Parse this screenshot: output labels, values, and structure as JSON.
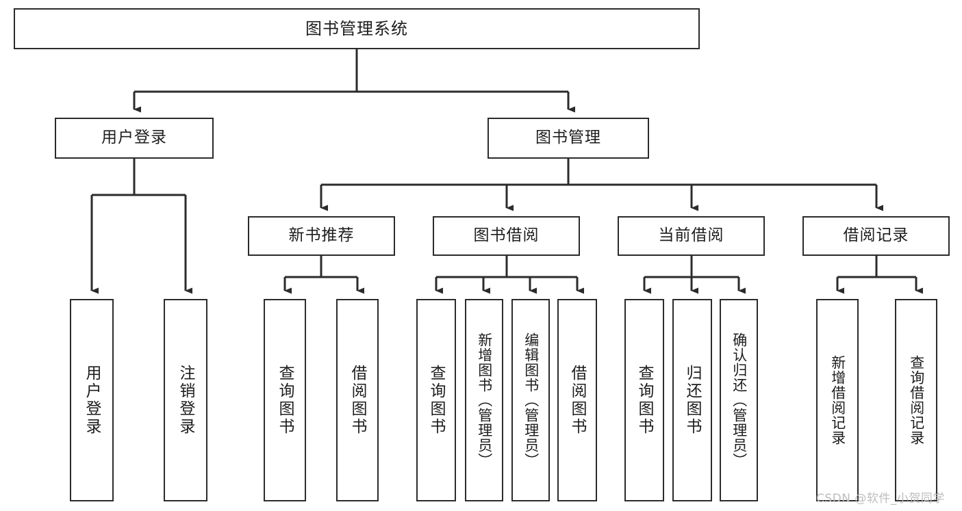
{
  "diagram": {
    "title": "图书管理系统",
    "watermark": "CSDN @软件_小贺同学",
    "stroke_color": "#2b2b2b",
    "background_color": "#ffffff",
    "text_color": "#1d1d1d",
    "watermark_color": "#bdbdbd",
    "nodes": {
      "root": "图书管理系统",
      "user_login": "用户登录",
      "book_manage": "图书管理",
      "new_book_rec": "新书推荐",
      "book_borrow": "图书借阅",
      "current_borrow": "当前借阅",
      "borrow_record": "借阅记录",
      "leaf_user_login": "用户登录",
      "leaf_logout_login": "注销登录",
      "leaf_query_book_rec": "查询图书",
      "leaf_borrow_book_rec": "借阅图书",
      "leaf_query_book_borrow": "查询图书",
      "leaf_add_book": "新增图书（管理员）",
      "leaf_edit_book": "编辑图书（管理员）",
      "leaf_borrow_book": "借阅图书",
      "leaf_query_book_current": "查询图书",
      "leaf_return_book": "归还图书",
      "leaf_confirm_return": "确认归还（管理员）",
      "leaf_add_record": "新增借阅记录",
      "leaf_query_record": "查询借阅记录"
    },
    "hierarchy": [
      {
        "label": "图书管理系统",
        "children": [
          {
            "label": "用户登录",
            "children": [
              {
                "label": "用户登录",
                "children": []
              },
              {
                "label": "注销登录",
                "children": []
              }
            ]
          },
          {
            "label": "图书管理",
            "children": [
              {
                "label": "新书推荐",
                "children": [
                  {
                    "label": "查询图书",
                    "children": []
                  },
                  {
                    "label": "借阅图书",
                    "children": []
                  }
                ]
              },
              {
                "label": "图书借阅",
                "children": [
                  {
                    "label": "查询图书",
                    "children": []
                  },
                  {
                    "label": "新增图书（管理员）",
                    "children": []
                  },
                  {
                    "label": "编辑图书（管理员）",
                    "children": []
                  },
                  {
                    "label": "借阅图书",
                    "children": []
                  }
                ]
              },
              {
                "label": "当前借阅",
                "children": [
                  {
                    "label": "查询图书",
                    "children": []
                  },
                  {
                    "label": "归还图书",
                    "children": []
                  },
                  {
                    "label": "确认归还（管理员）",
                    "children": []
                  }
                ]
              },
              {
                "label": "借阅记录",
                "children": [
                  {
                    "label": "新增借阅记录",
                    "children": []
                  },
                  {
                    "label": "查询借阅记录",
                    "children": []
                  }
                ]
              }
            ]
          }
        ]
      }
    ]
  }
}
